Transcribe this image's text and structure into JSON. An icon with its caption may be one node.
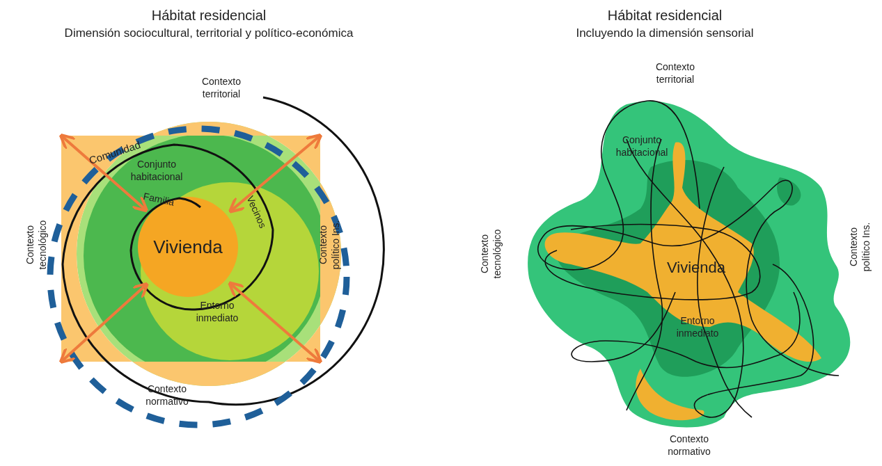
{
  "diagram": {
    "nodes": [
      {
        "text": [],
        "shape": "box"
      },
      {
        "text": [
          "Vivienda"
        ],
        "in": 0
      }
    ],
    "edges": [
      {
        "from": 0,
        "to": 1,
        "arrow": "both"
      },
      {
        "from": 0,
        "to": 1,
        "arrow": "both"
      },
      {
        "from": 0,
        "to": 1,
        "arrow": "both"
      },
      {
        "from": 0,
        "to": 1,
        "arrow": "both"
      }
    ],
    "labels": [
      "Hábitat residencial",
      "Dimensión sociocultural, territorial y político-económica",
      "Contexto territorial",
      "Comunidad",
      "Conjunto habitacional",
      "Familia",
      "Vecinos",
      "Contexto tecnológico",
      "Contexto político Ins.",
      "Entorno inmediato",
      "Contexto normativo",
      "Hábitat residencial",
      "Incluyendo la dimensión sensorial",
      "Contexto territorial",
      "Conjunto habitacional",
      "Contexto tecnológico",
      "Vivienda",
      "Contexto político Ins.",
      "Entorno inmediato",
      "Contexto normativo"
    ]
  }
}
